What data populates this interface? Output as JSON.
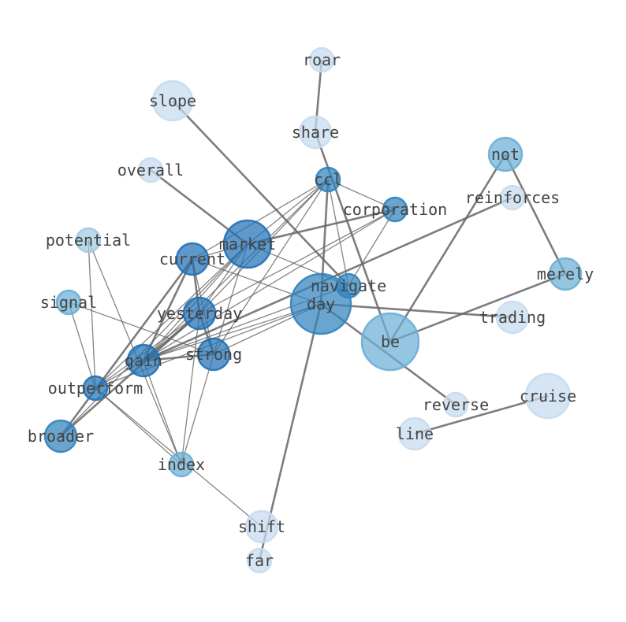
{
  "graph": {
    "nodes": [
      {
        "id": "roar",
        "label": "roar",
        "degree": 1,
        "shade": "#c6dbef"
      },
      {
        "id": "slope",
        "label": "slope",
        "degree": 1,
        "shade": "#c6dbef"
      },
      {
        "id": "share",
        "label": "share",
        "degree": 2,
        "shade": "#c6dbef"
      },
      {
        "id": "not",
        "label": "not",
        "degree": 2,
        "shade": "#6baed6"
      },
      {
        "id": "overall",
        "label": "overall",
        "degree": 1,
        "shade": "#c6dbef"
      },
      {
        "id": "ccl",
        "label": "ccl",
        "degree": 8,
        "shade": "#3182bd"
      },
      {
        "id": "reinforces",
        "label": "reinforces",
        "degree": 1,
        "shade": "#c6dbef"
      },
      {
        "id": "corporation",
        "label": "corporation",
        "degree": 6,
        "shade": "#3182bd"
      },
      {
        "id": "potential",
        "label": "potential",
        "degree": 2,
        "shade": "#9ecae1"
      },
      {
        "id": "market",
        "label": "market",
        "degree": 12,
        "shade": "#2171b5"
      },
      {
        "id": "current",
        "label": "current",
        "degree": 7,
        "shade": "#2171b5"
      },
      {
        "id": "navigate",
        "label": "navigate",
        "degree": 6,
        "shade": "#3182bd"
      },
      {
        "id": "merely",
        "label": "merely",
        "degree": 2,
        "shade": "#6baed6"
      },
      {
        "id": "signal",
        "label": "signal",
        "degree": 2,
        "shade": "#6baed6"
      },
      {
        "id": "day",
        "label": "day",
        "degree": 10,
        "shade": "#3182bd"
      },
      {
        "id": "yesterday",
        "label": "yesterday",
        "degree": 9,
        "shade": "#2171b5"
      },
      {
        "id": "trading",
        "label": "trading",
        "degree": 1,
        "shade": "#c6dbef"
      },
      {
        "id": "be",
        "label": "be",
        "degree": 4,
        "shade": "#6baed6"
      },
      {
        "id": "strong",
        "label": "strong",
        "degree": 8,
        "shade": "#2171b5"
      },
      {
        "id": "gain",
        "label": "gain",
        "degree": 9,
        "shade": "#2171b5"
      },
      {
        "id": "outperform",
        "label": "outperform",
        "degree": 7,
        "shade": "#2171b5"
      },
      {
        "id": "cruise",
        "label": "cruise",
        "degree": 1,
        "shade": "#c6dbef"
      },
      {
        "id": "reverse",
        "label": "reverse",
        "degree": 1,
        "shade": "#c6dbef"
      },
      {
        "id": "broader",
        "label": "broader",
        "degree": 3,
        "shade": "#3182bd"
      },
      {
        "id": "line",
        "label": "line",
        "degree": 1,
        "shade": "#c6dbef"
      },
      {
        "id": "index",
        "label": "index",
        "degree": 5,
        "shade": "#6baed6"
      },
      {
        "id": "shift",
        "label": "shift",
        "degree": 1,
        "shade": "#c6dbef"
      },
      {
        "id": "far",
        "label": "far",
        "degree": 1,
        "shade": "#c6dbef"
      }
    ],
    "edges": [
      {
        "source": "roar",
        "target": "share",
        "weight": 2
      },
      {
        "source": "share",
        "target": "be",
        "weight": 2
      },
      {
        "source": "slope",
        "target": "navigate",
        "weight": 2
      },
      {
        "source": "overall",
        "target": "market",
        "weight": 2
      },
      {
        "source": "not",
        "target": "be",
        "weight": 2
      },
      {
        "source": "not",
        "target": "merely",
        "weight": 2
      },
      {
        "source": "merely",
        "target": "be",
        "weight": 2
      },
      {
        "source": "reinforces",
        "target": "gain",
        "weight": 2
      },
      {
        "source": "day",
        "target": "trading",
        "weight": 2
      },
      {
        "source": "day",
        "target": "reverse",
        "weight": 2
      },
      {
        "source": "day",
        "target": "far",
        "weight": 2
      },
      {
        "source": "cruise",
        "target": "line",
        "weight": 2
      },
      {
        "source": "ccl",
        "target": "day",
        "weight": 2
      },
      {
        "source": "market",
        "target": "corporation",
        "weight": 2
      },
      {
        "source": "market",
        "target": "current",
        "weight": 1
      },
      {
        "source": "market",
        "target": "navigate",
        "weight": 1
      },
      {
        "source": "market",
        "target": "yesterday",
        "weight": 1
      },
      {
        "source": "market",
        "target": "strong",
        "weight": 1
      },
      {
        "source": "market",
        "target": "gain",
        "weight": 1
      },
      {
        "source": "market",
        "target": "outperform",
        "weight": 1
      },
      {
        "source": "market",
        "target": "broader",
        "weight": 1
      },
      {
        "source": "market",
        "target": "ccl",
        "weight": 1
      },
      {
        "source": "ccl",
        "target": "current",
        "weight": 1
      },
      {
        "source": "ccl",
        "target": "corporation",
        "weight": 1
      },
      {
        "source": "ccl",
        "target": "navigate",
        "weight": 1
      },
      {
        "source": "ccl",
        "target": "yesterday",
        "weight": 1
      },
      {
        "source": "ccl",
        "target": "gain",
        "weight": 1
      },
      {
        "source": "ccl",
        "target": "strong",
        "weight": 1
      },
      {
        "source": "corporation",
        "target": "navigate",
        "weight": 1
      },
      {
        "source": "corporation",
        "target": "yesterday",
        "weight": 1
      },
      {
        "source": "corporation",
        "target": "gain",
        "weight": 1
      },
      {
        "source": "current",
        "target": "yesterday",
        "weight": 2
      },
      {
        "source": "current",
        "target": "gain",
        "weight": 2
      },
      {
        "source": "current",
        "target": "strong",
        "weight": 1
      },
      {
        "source": "current",
        "target": "broader",
        "weight": 2
      },
      {
        "source": "current",
        "target": "day",
        "weight": 1
      },
      {
        "source": "yesterday",
        "target": "gain",
        "weight": 2
      },
      {
        "source": "yesterday",
        "target": "strong",
        "weight": 2
      },
      {
        "source": "yesterday",
        "target": "outperform",
        "weight": 1
      },
      {
        "source": "yesterday",
        "target": "broader",
        "weight": 2
      },
      {
        "source": "yesterday",
        "target": "index",
        "weight": 1
      },
      {
        "source": "gain",
        "target": "strong",
        "weight": 2
      },
      {
        "source": "gain",
        "target": "day",
        "weight": 1
      },
      {
        "source": "gain",
        "target": "outperform",
        "weight": 1
      },
      {
        "source": "strong",
        "target": "day",
        "weight": 1
      },
      {
        "source": "strong",
        "target": "index",
        "weight": 1
      },
      {
        "source": "day",
        "target": "outperform",
        "weight": 1
      },
      {
        "source": "navigate",
        "target": "gain",
        "weight": 1
      },
      {
        "source": "signal",
        "target": "outperform",
        "weight": 1
      },
      {
        "source": "signal",
        "target": "strong",
        "weight": 1
      },
      {
        "source": "potential",
        "target": "outperform",
        "weight": 1
      },
      {
        "source": "potential",
        "target": "index",
        "weight": 1
      },
      {
        "source": "outperform",
        "target": "index",
        "weight": 1
      },
      {
        "source": "outperform",
        "target": "shift",
        "weight": 1
      },
      {
        "source": "index",
        "target": "gain",
        "weight": 1
      }
    ]
  }
}
